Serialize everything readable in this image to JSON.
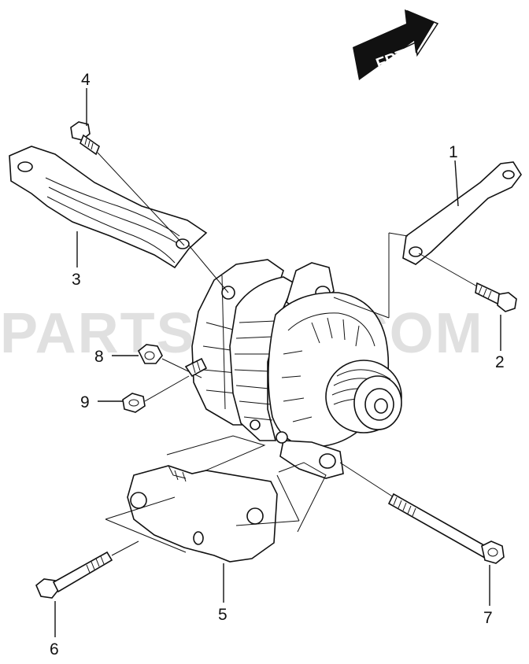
{
  "frt_label": "FRT",
  "watermark": "PARTSOUQ.COM",
  "callouts": [
    {
      "id": "1",
      "label": "1"
    },
    {
      "id": "2",
      "label": "2"
    },
    {
      "id": "3",
      "label": "3"
    },
    {
      "id": "4",
      "label": "4"
    },
    {
      "id": "5",
      "label": "5"
    },
    {
      "id": "6",
      "label": "6"
    },
    {
      "id": "7",
      "label": "7"
    },
    {
      "id": "8",
      "label": "8"
    },
    {
      "id": "9",
      "label": "9"
    }
  ],
  "colors": {
    "ink": "#111111",
    "background": "#ffffff",
    "watermark": "#c8c8c8"
  }
}
